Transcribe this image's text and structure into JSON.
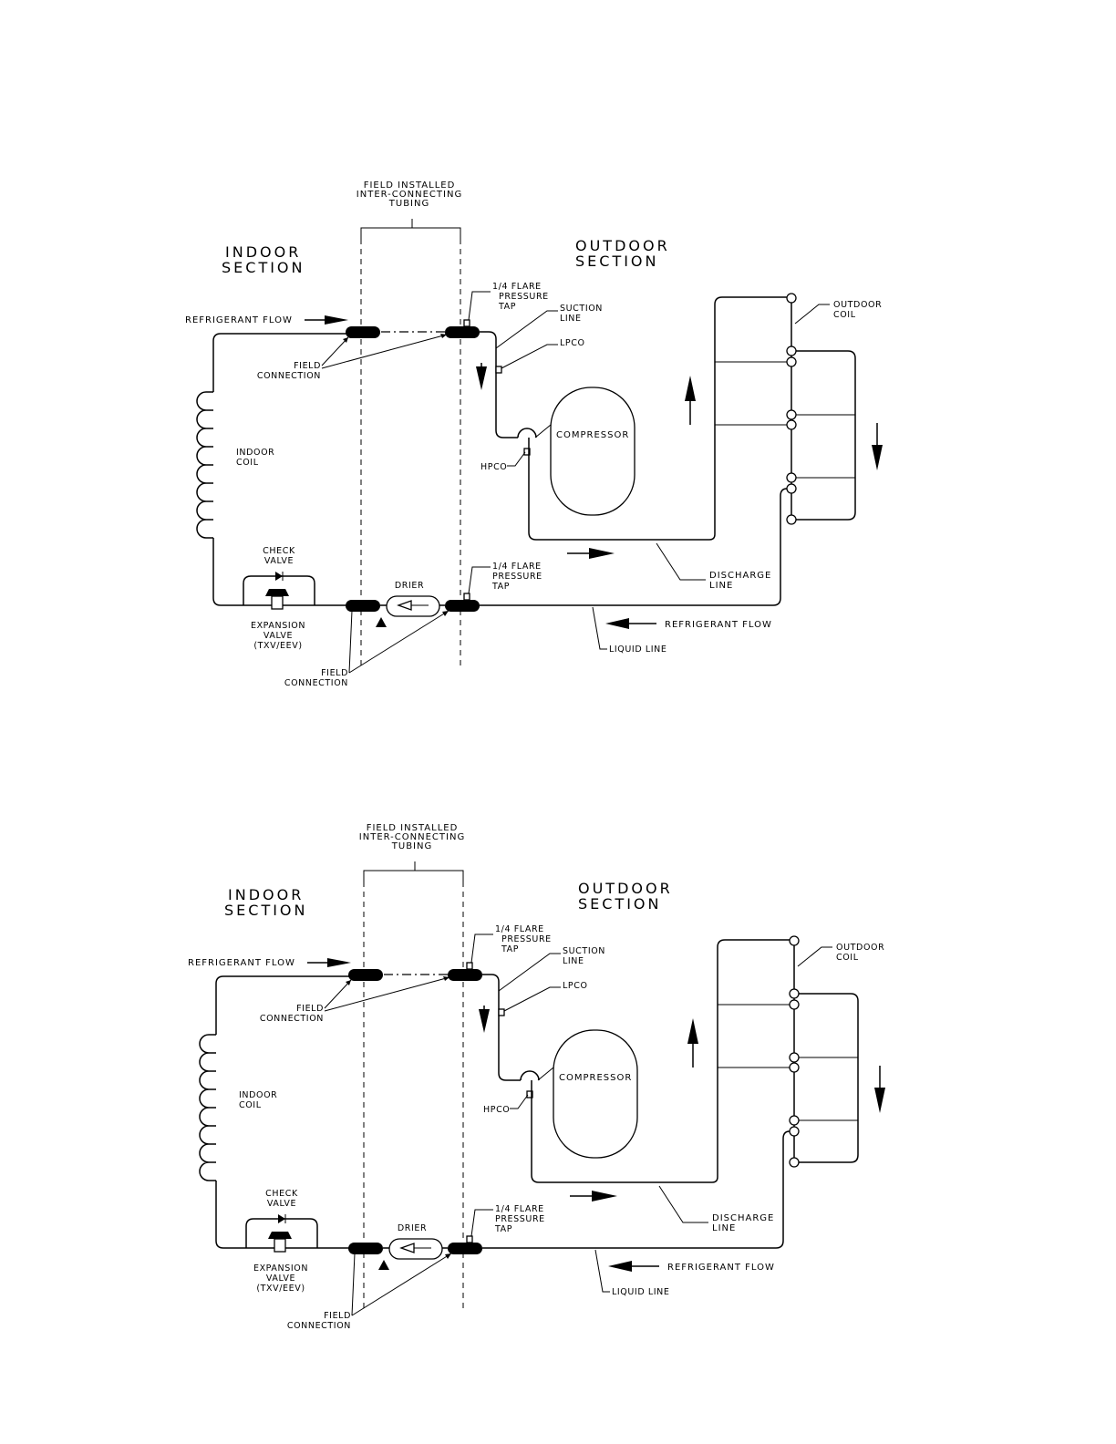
{
  "labels": {
    "field_installed": [
      "FIELD INSTALLED",
      "INTER-CONNECTING",
      "TUBING"
    ],
    "indoor_section": [
      "INDOOR",
      "SECTION"
    ],
    "outdoor_section": [
      "OUTDOOR",
      "SECTION"
    ],
    "refrigerant_flow": "REFRIGERANT FLOW",
    "field_connection": [
      "FIELD",
      "CONNECTION"
    ],
    "flare_tap": [
      "1/4 FLARE",
      "PRESSURE",
      "TAP"
    ],
    "suction_line": [
      "SUCTION",
      "LINE"
    ],
    "lpco": "LPCO",
    "hpco": "HPCO",
    "compressor": "COMPRESSOR",
    "outdoor_coil": [
      "OUTDOOR",
      "COIL"
    ],
    "indoor_coil": [
      "INDOOR",
      "COIL"
    ],
    "check_valve": [
      "CHECK",
      "VALVE"
    ],
    "drier": "DRIER",
    "expansion_valve": [
      "EXPANSION",
      "VALVE",
      "(TXV/EEV)"
    ],
    "discharge_line": [
      "DISCHARGE",
      "LINE"
    ],
    "liquid_line": "LIQUID LINE"
  },
  "diagrams": [
    {
      "name": "diagram-top"
    },
    {
      "name": "diagram-bottom"
    }
  ]
}
